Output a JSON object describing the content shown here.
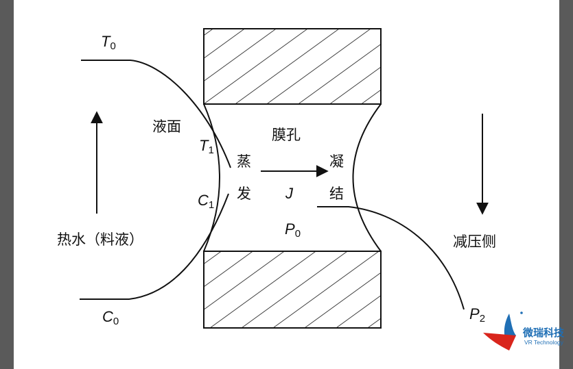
{
  "labels": {
    "T0": {
      "base": "T",
      "sub": "0"
    },
    "C0": {
      "base": "C",
      "sub": "0"
    },
    "T1": {
      "base": "T",
      "sub": "1"
    },
    "C1": {
      "base": "C",
      "sub": "1"
    },
    "P0": {
      "base": "P",
      "sub": "0"
    },
    "P2": {
      "base": "P",
      "sub": "2"
    },
    "J": "J",
    "liquid_surface": "液面",
    "hot_water": "热水（料液）",
    "membrane_pore": "膜孔",
    "evaporation_1": "蒸",
    "evaporation_2": "发",
    "condensation_1": "凝",
    "condensation_2": "结",
    "reduced_pressure_side": "减压侧"
  },
  "logo": {
    "name": "微瑞科技",
    "subtitle": "VR Technology"
  },
  "colors": {
    "line": "#111111",
    "side_bar": "#5a5a5a",
    "logo_red": "#d9251c",
    "logo_blue": "#1f6fb5"
  }
}
